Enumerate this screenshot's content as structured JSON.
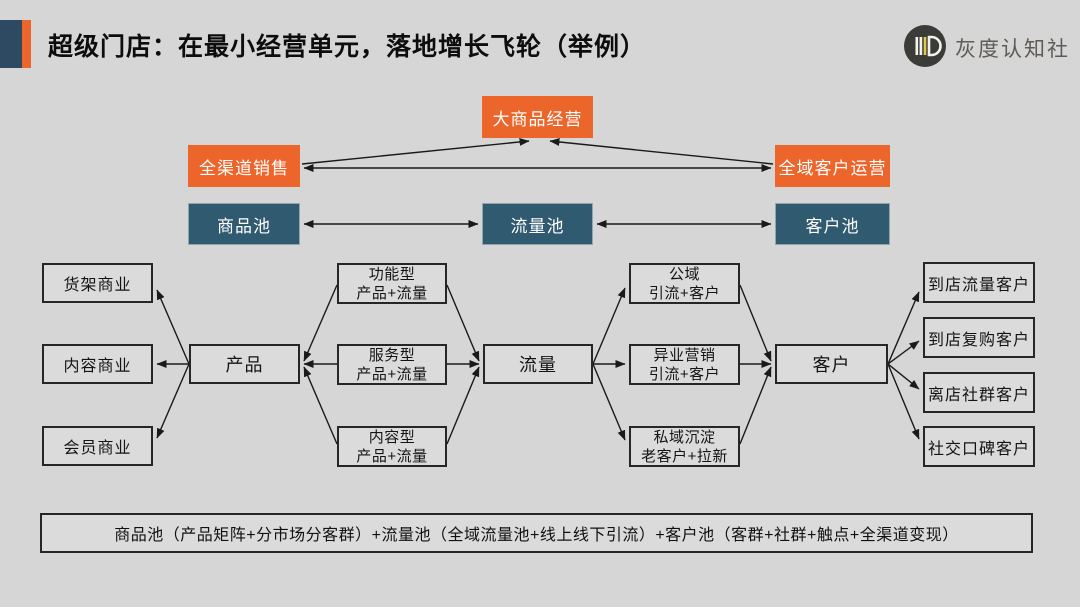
{
  "header": {
    "title": "超级门店：在最小经营单元，落地增长飞轮（举例）",
    "brand": "灰度认知社"
  },
  "icons": {
    "logo": "hd-monogram-circle"
  },
  "colors": {
    "accent_orange": "#EC662C",
    "accent_navy": "#2F5A70",
    "background": "#D6D6D6",
    "outline_box_border": "#262626",
    "arrow": "#1A1A1A",
    "logo_yellow": "#E3C93E"
  },
  "top_flywheel": {
    "center": "大商品经营",
    "left": "全渠道销售",
    "right": "全域客户运营"
  },
  "pools": [
    "商品池",
    "流量池",
    "客户池"
  ],
  "hubs": {
    "product": "产品",
    "traffic": "流量",
    "customer": "客户"
  },
  "businesses": [
    "货架商业",
    "内容商业",
    "会员商业"
  ],
  "product_types": [
    {
      "t": "功能型",
      "s": "产品+流量"
    },
    {
      "t": "服务型",
      "s": "产品+流量"
    },
    {
      "t": "内容型",
      "s": "产品+流量"
    }
  ],
  "customer_channels": [
    {
      "t": "公域",
      "s": "引流+客户"
    },
    {
      "t": "异业营销",
      "s": "引流+客户"
    },
    {
      "t": "私域沉淀",
      "s": "老客户+拉新"
    }
  ],
  "customer_segments": [
    "到店流量客户",
    "到店复购客户",
    "离店社群客户",
    "社交口碑客户"
  ],
  "footer": {
    "summary": "商品池（产品矩阵+分市场分客群）+流量池（全域流量池+线上线下引流）+客户池（客群+社群+触点+全渠道变现）"
  }
}
